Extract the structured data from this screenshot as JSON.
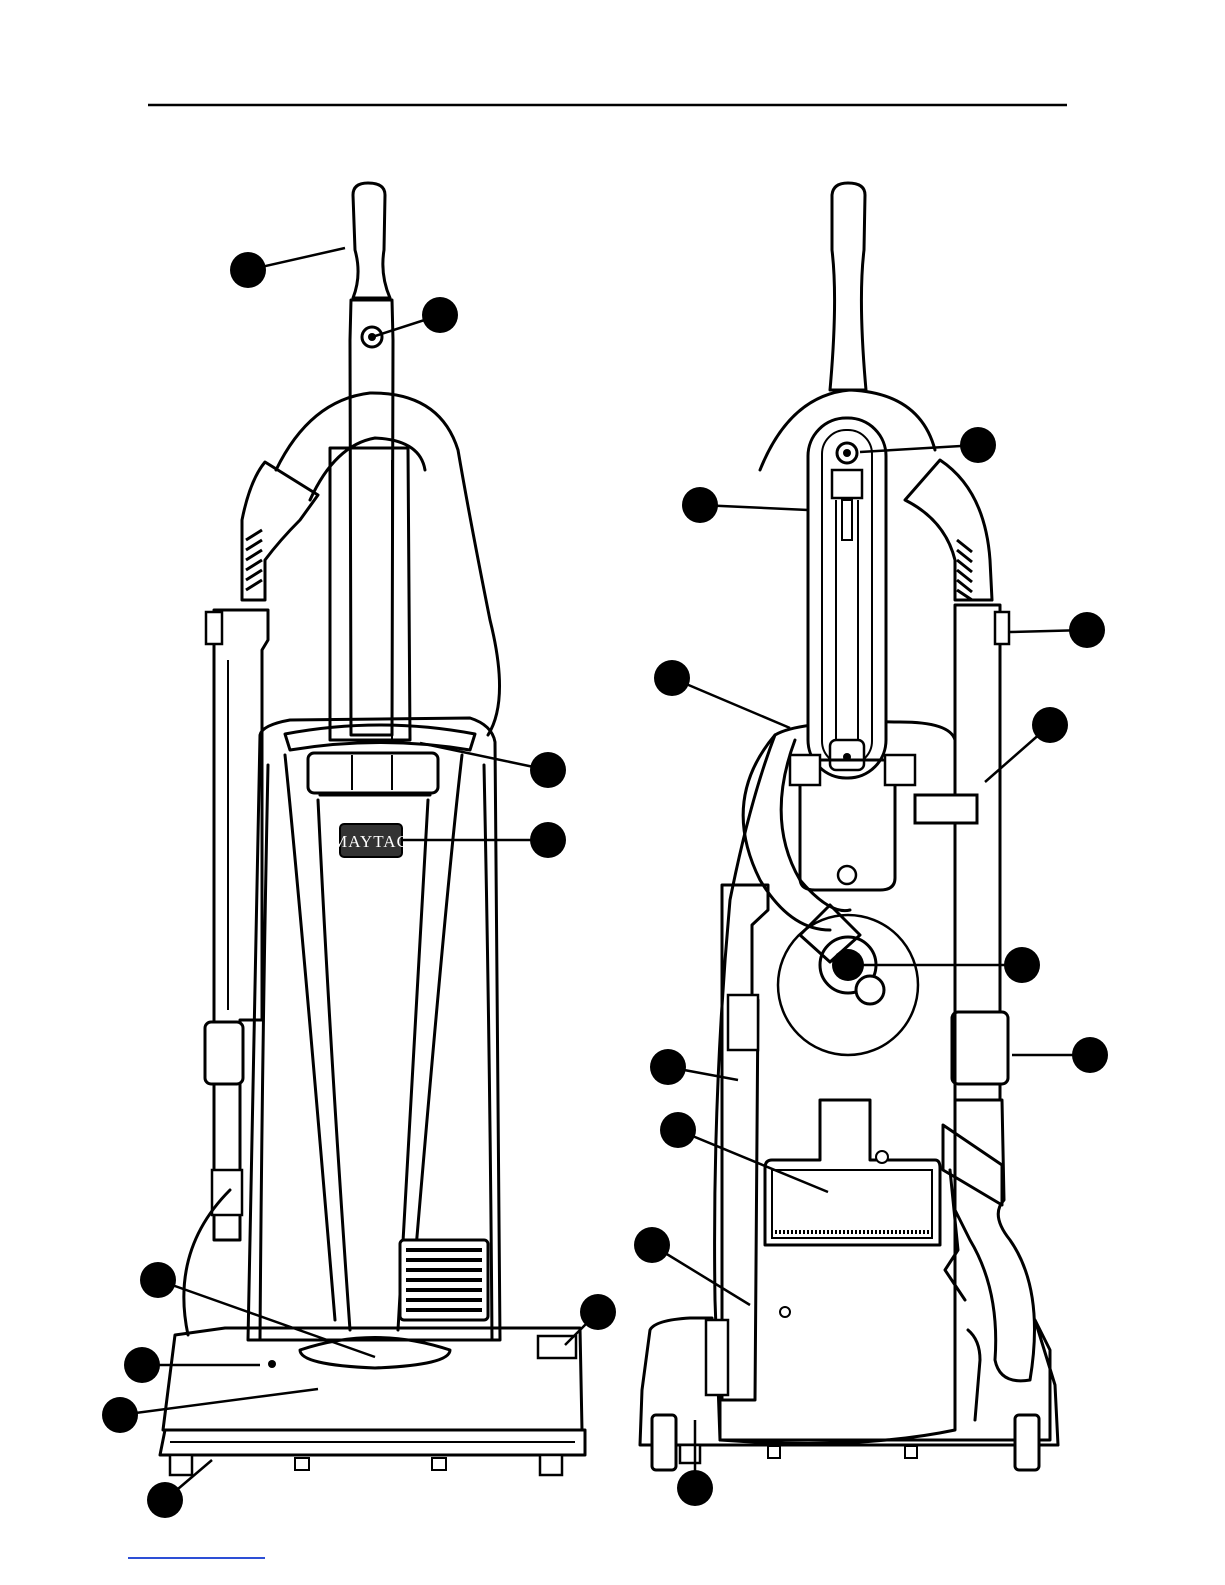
{
  "figure": {
    "brand_label": "MAYTAG",
    "views": [
      "front-view",
      "rear-view"
    ],
    "callout_count_front": 10,
    "callout_count_rear": 11
  },
  "footer": {
    "link_text": ""
  }
}
